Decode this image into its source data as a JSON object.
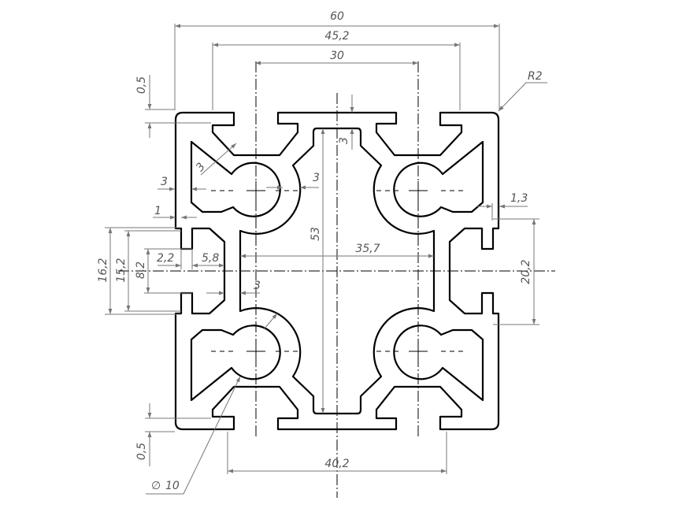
{
  "drawing": {
    "title": "Aluminium profile 60x60 cross-section",
    "dimensions": {
      "overall_width": "60",
      "slot_pitch_outer": "45,2",
      "hole_pitch": "30",
      "top_lip": "0,5",
      "corner_radius": "R2",
      "wall_diagonal": "3",
      "wall_left": "3",
      "wall_circle": "3",
      "wall_neck": "3",
      "right_step": "1,3",
      "left_step": "1",
      "inner_height": "53",
      "web_spacing": "35,7",
      "slot_outer": "16,2",
      "slot_inner": "15,2",
      "slot_opening": "8,2",
      "lip_depth": "2,2",
      "slot_depth": "5,8",
      "right_slot": "20,2",
      "web_wall": "3",
      "bottom_lip": "0,5",
      "bottom_span": "40,2",
      "hole_diameter": "10"
    },
    "diameter_symbol": "∅"
  }
}
